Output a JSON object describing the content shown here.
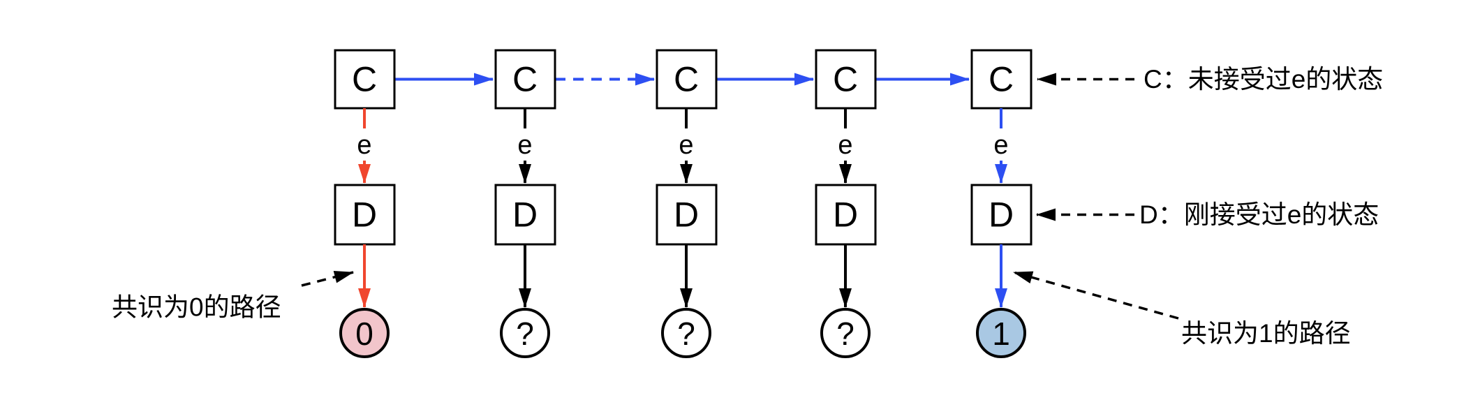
{
  "colors": {
    "blue": "#2d4ff2",
    "red": "#f0462e",
    "black": "#000000",
    "pink": "#f2c5cb",
    "lightblue": "#a9c8e3"
  },
  "columns": [
    {
      "top": "C",
      "event": "e",
      "bottom": "D",
      "result": "0",
      "path_color": "red"
    },
    {
      "top": "C",
      "event": "e",
      "bottom": "D",
      "result": "?",
      "path_color": "black"
    },
    {
      "top": "C",
      "event": "e",
      "bottom": "D",
      "result": "?",
      "path_color": "black"
    },
    {
      "top": "C",
      "event": "e",
      "bottom": "D",
      "result": "?",
      "path_color": "black"
    },
    {
      "top": "C",
      "event": "e",
      "bottom": "D",
      "result": "1",
      "path_color": "blue"
    }
  ],
  "annotations": {
    "c_note": "C：未接受过e的状态",
    "d_note": "D：刚接受过e的状态",
    "zero_path": "共识为0的路径",
    "one_path": "共识为1的路径"
  }
}
